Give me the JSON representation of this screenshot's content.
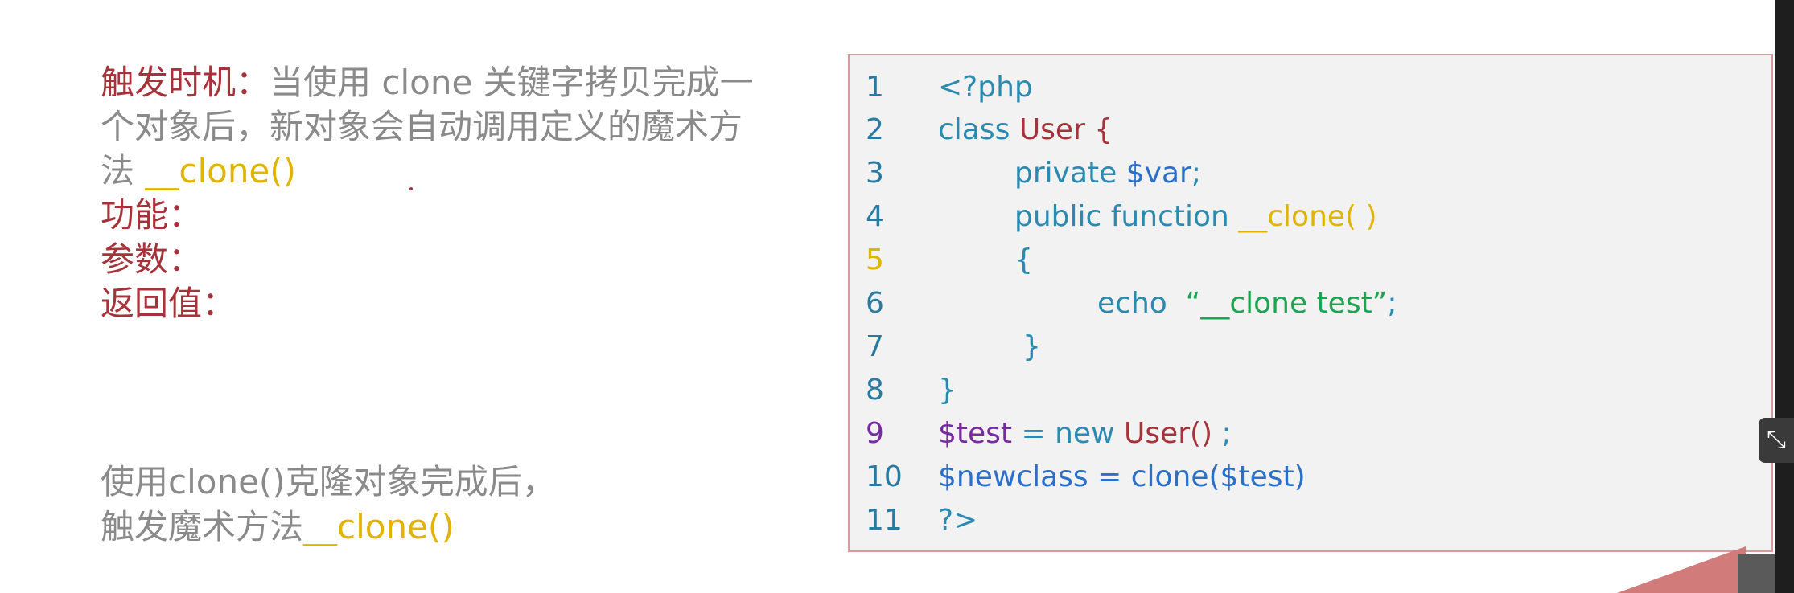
{
  "left": {
    "line1_label": "触发时机：",
    "line1_text": "当使用 clone 关键字拷贝完成一",
    "line2_text": "个对象后，新对象会自动调用定义的魔术方",
    "line3_prefix": "法 ",
    "line3_method": "__clone()",
    "func_label": "功能：",
    "param_label": "参数：",
    "return_label": "返回值："
  },
  "note": {
    "line1": "使用clone()克隆对象完成后，",
    "line2_prefix": "触发魔术方法",
    "line2_method": "__clone()"
  },
  "code": {
    "lines": [
      {
        "num": "1",
        "text": "<?php"
      },
      {
        "num": "2",
        "kw": "class ",
        "name": "User",
        "rest": " {"
      },
      {
        "num": "3",
        "kw": "private ",
        "var": "$var",
        "rest": ";"
      },
      {
        "num": "4",
        "kw": "public function ",
        "name": "__clone( )"
      },
      {
        "num": "5",
        "text": "{"
      },
      {
        "num": "6",
        "kw": "echo  ",
        "str": "“__clone test”",
        "rest": ";"
      },
      {
        "num": "7",
        "text": "}"
      },
      {
        "num": "8",
        "text": "}"
      },
      {
        "num": "9",
        "var": "$test",
        "mid": " = new ",
        "name": "User()",
        "rest": " ;"
      },
      {
        "num": "10",
        "text": "$newclass = clone($test)"
      },
      {
        "num": "11",
        "text": "?>"
      }
    ]
  },
  "ui": {
    "expand_icon": "⤡"
  }
}
